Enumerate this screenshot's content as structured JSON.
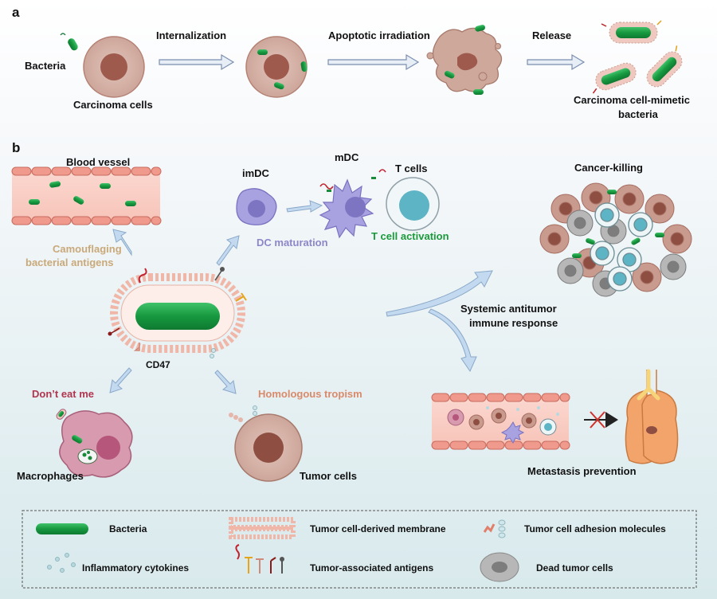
{
  "panel_a": {
    "letter": "a",
    "bacteria": "Bacteria",
    "carcinoma_cells": "Carcinoma cells",
    "internalization": "Internalization",
    "apoptotic_irradiation": "Apoptotic irradiation",
    "release": "Release",
    "result_line1": "Carcinoma cell-mimetic",
    "result_line2": "bacteria"
  },
  "panel_b": {
    "letter": "b",
    "blood_vessel": "Blood vessel",
    "camouflaging_line1": "Camouflaging",
    "camouflaging_line2": "bacterial antigens",
    "imdc": "imDC",
    "mdc": "mDC",
    "t_cells": "T cells",
    "dc_maturation": "DC maturation",
    "t_cell_activation": "T cell activation",
    "cancer_killing": "Cancer-killing",
    "systemic_line1": "Systemic antitumor",
    "systemic_line2": "immune response",
    "cd47": "CD47",
    "dont_eat_me": "Don’t eat me",
    "homologous_tropism": "Homologous tropism",
    "macrophages": "Macrophages",
    "tumor_cells": "Tumor cells",
    "metastasis_prevention": "Metastasis prevention"
  },
  "legend": {
    "bacteria": "Bacteria",
    "membrane": "Tumor cell-derived membrane",
    "adhesion": "Tumor cell adhesion molecules",
    "cytokines": "Inflammatory cytokines",
    "antigens": "Tumor-associated antigens",
    "dead_cells": "Dead tumor cells"
  },
  "colors": {
    "bacteria_green": "#1fa24a",
    "cell_body": "#d9b8ad",
    "nucleus": "#9e5a4c",
    "vessel": "#f4b6aa",
    "arrow_blue": "#b9d4ee",
    "dc_purple": "#9b93d6",
    "tcell_teal": "#5cb4c4",
    "camouflage_tan": "#c9a97a",
    "dont_eat_me_red": "#b0354f",
    "homologous_orange": "#d98a6a",
    "dc_maturation_text": "#8d86c9",
    "t_activation_text": "#1a9a3a",
    "lung_orange": "#f3a46b"
  }
}
